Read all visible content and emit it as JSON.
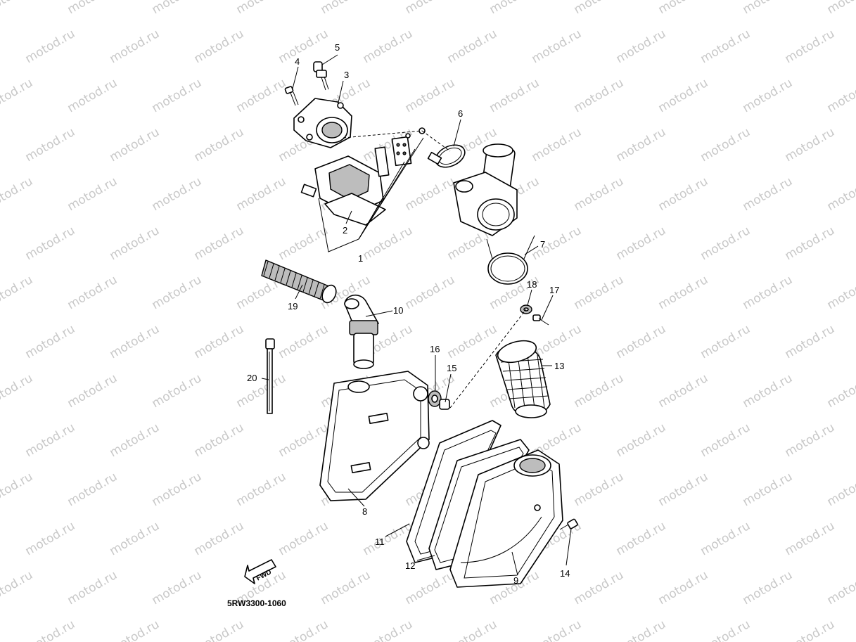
{
  "watermark": "motod.ru",
  "diagram_code": "5RW3300-1060",
  "fwd_label": "FWD",
  "callouts": [
    {
      "id": "1",
      "label": "1"
    },
    {
      "id": "2",
      "label": "2"
    },
    {
      "id": "3",
      "label": "3"
    },
    {
      "id": "4",
      "label": "4"
    },
    {
      "id": "5",
      "label": "5"
    },
    {
      "id": "6",
      "label": "6"
    },
    {
      "id": "7",
      "label": "7"
    },
    {
      "id": "8",
      "label": "8"
    },
    {
      "id": "9",
      "label": "9"
    },
    {
      "id": "10",
      "label": "10"
    },
    {
      "id": "11",
      "label": "11"
    },
    {
      "id": "12",
      "label": "12"
    },
    {
      "id": "13",
      "label": "13"
    },
    {
      "id": "14",
      "label": "14"
    },
    {
      "id": "15",
      "label": "15"
    },
    {
      "id": "16",
      "label": "16"
    },
    {
      "id": "17",
      "label": "17"
    },
    {
      "id": "18",
      "label": "18"
    },
    {
      "id": "19",
      "label": "19"
    },
    {
      "id": "20",
      "label": "20"
    }
  ]
}
